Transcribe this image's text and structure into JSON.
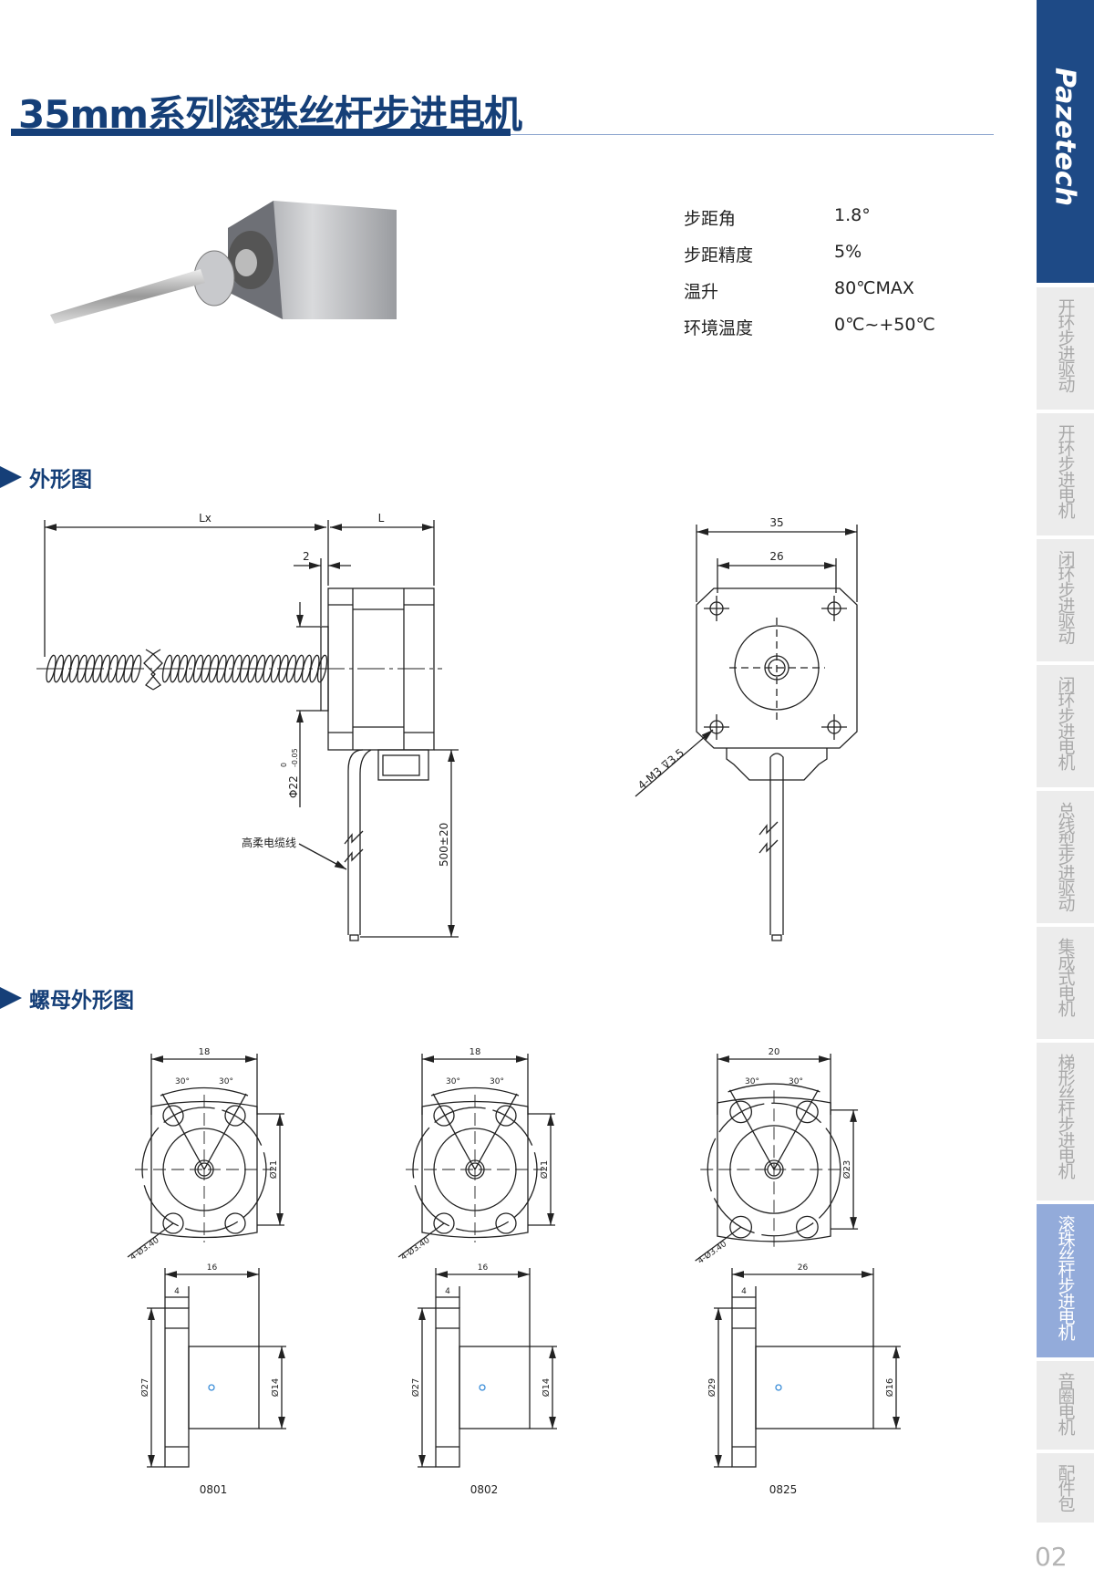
{
  "title": "35mm系列滚珠丝杆步进电机",
  "specs": [
    {
      "label": "步距角",
      "value": "1.8°"
    },
    {
      "label": "步距精度",
      "value": "5%"
    },
    {
      "label": "温升",
      "value": "80℃MAX"
    },
    {
      "label": "环境温度",
      "value": "0℃~+50℃"
    }
  ],
  "sections": {
    "outline": "外形图",
    "nut_outline": "螺母外形图"
  },
  "side_view": {
    "lx": "Lx",
    "l": "L",
    "gap": "2",
    "shaft_dia": "Φ22",
    "tol_upper": "0",
    "tol_lower": "-0.05",
    "cable_label": "高柔电缆线",
    "cable_len": "500±20"
  },
  "front_view": {
    "width": "35",
    "hole_spacing": "26",
    "holes": "4-M3 ⊽3.5"
  },
  "nuts": [
    {
      "width": "18",
      "angle_l": "30°",
      "angle_r": "30°",
      "pcd": "Ø21",
      "holes": "4-Ø3.40",
      "length": "16",
      "flange_thk": "4",
      "flange_dia": "Ø27",
      "body_dia": "Ø14",
      "model": "0801"
    },
    {
      "width": "18",
      "angle_l": "30°",
      "angle_r": "30°",
      "pcd": "Ø21",
      "holes": "4-Ø3.40",
      "length": "16",
      "flange_thk": "4",
      "flange_dia": "Ø27",
      "body_dia": "Ø14",
      "model": "0802"
    },
    {
      "width": "20",
      "angle_l": "30°",
      "angle_r": "30°",
      "pcd": "Ø23",
      "holes": "4-Ø3.40",
      "length": "26",
      "flange_thk": "4",
      "flange_dia": "Ø29",
      "body_dia": "Ø16",
      "model": "0825"
    }
  ],
  "sidebar": {
    "brand": "Pazetech",
    "items": [
      "开环步进驱动",
      "开环步进电机",
      "闭环步进驱动",
      "闭环步进电机",
      "总线型步进驱动",
      "集成式电机",
      "梯形丝杆步进电机",
      "滚珠丝杆步进电机",
      "音圈电机",
      "配件包"
    ],
    "active_index": 7
  },
  "page_number": "02",
  "colors": {
    "brand": "#1e4a86",
    "title": "#153f78",
    "active": "#93abda"
  }
}
